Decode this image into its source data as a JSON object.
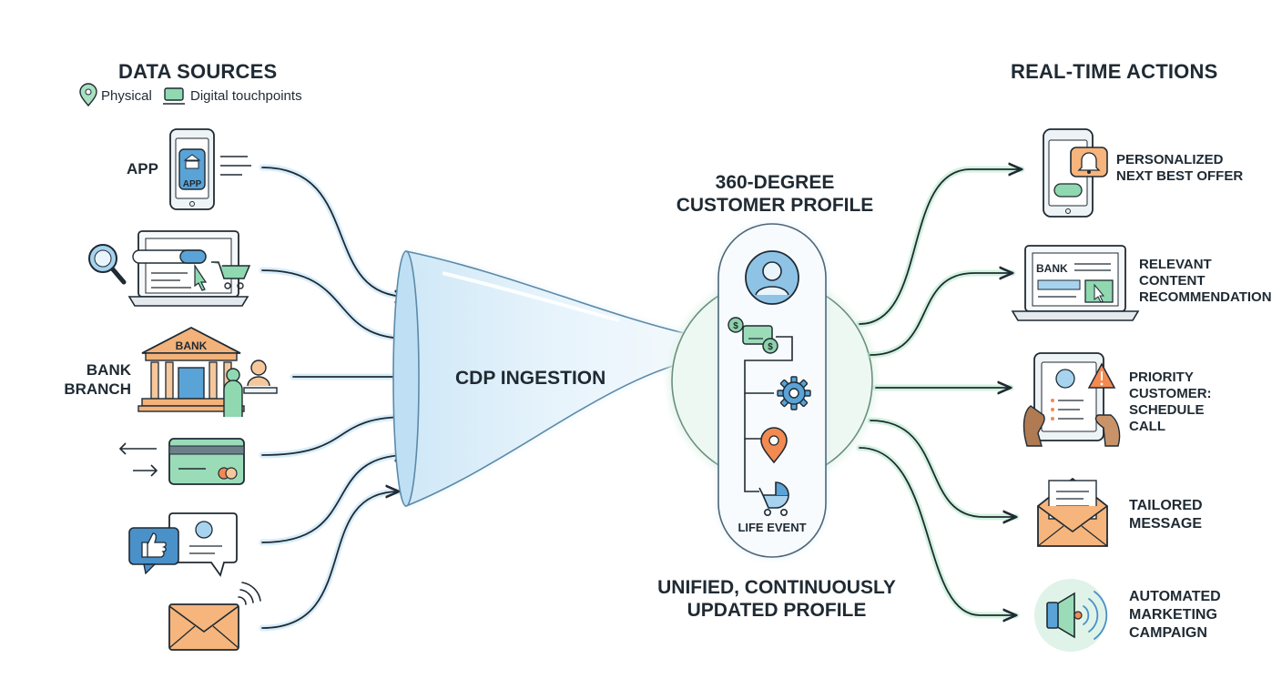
{
  "left_header": {
    "title": "DATA SOURCES"
  },
  "legend": [
    {
      "icon": "map-pin-icon",
      "label": "Physical",
      "color": "#2e8b57"
    },
    {
      "icon": "screen-icon",
      "label": "Digital touchpoints",
      "color": "#5cc08a"
    }
  ],
  "sources": [
    {
      "id": "app",
      "icon": "mobile-app-icon",
      "label": "APP",
      "icon_text": "APP"
    },
    {
      "id": "web",
      "icon": "laptop-web-shopping-icon",
      "label": ""
    },
    {
      "id": "branch",
      "icon": "bank-branch-icon",
      "label": "BANK BRANCH",
      "icon_text": "BANK"
    },
    {
      "id": "card",
      "icon": "credit-card-transactions-icon",
      "label": ""
    },
    {
      "id": "social",
      "icon": "social-chat-icon",
      "label": ""
    },
    {
      "id": "email",
      "icon": "email-icon",
      "label": ""
    }
  ],
  "funnel": {
    "label": "CDP INGESTION"
  },
  "profile": {
    "title": "360-DEGREE CUSTOMER PROFILE",
    "caption": "UNIFIED, CONTINUOUSLY UPDATED PROFILE",
    "items": [
      {
        "icon": "avatar-icon"
      },
      {
        "icon": "money-transactions-icon"
      },
      {
        "icon": "gear-icon"
      },
      {
        "icon": "location-pin-icon"
      },
      {
        "icon": "baby-stroller-icon",
        "label": "LIFE EVENT"
      }
    ]
  },
  "right_header": {
    "title": "REAL-TIME ACTIONS"
  },
  "actions": [
    {
      "id": "offer",
      "icon": "phone-notification-icon",
      "label": "PERSONALIZED NEXT BEST OFFER"
    },
    {
      "id": "content",
      "icon": "laptop-bank-content-icon",
      "label": "RELEVANT CONTENT RECOMMENDATION",
      "icon_text": "BANK"
    },
    {
      "id": "priority",
      "icon": "tablet-alert-icon",
      "label": "PRIORITY CUSTOMER: SCHEDULE CALL"
    },
    {
      "id": "message",
      "icon": "envelope-letter-icon",
      "label": "TAILORED MESSAGE"
    },
    {
      "id": "campaign",
      "icon": "megaphone-icon",
      "label": "AUTOMATED MARKETING CAMPAIGN"
    }
  ],
  "colors": {
    "ink": "#1f2a33",
    "accent_blue": "#7ec3ea",
    "accent_green": "#7ed9a2",
    "icon_blue": "#4a90c9",
    "icon_green": "#6cc79a",
    "icon_orange": "#f2a65a"
  }
}
